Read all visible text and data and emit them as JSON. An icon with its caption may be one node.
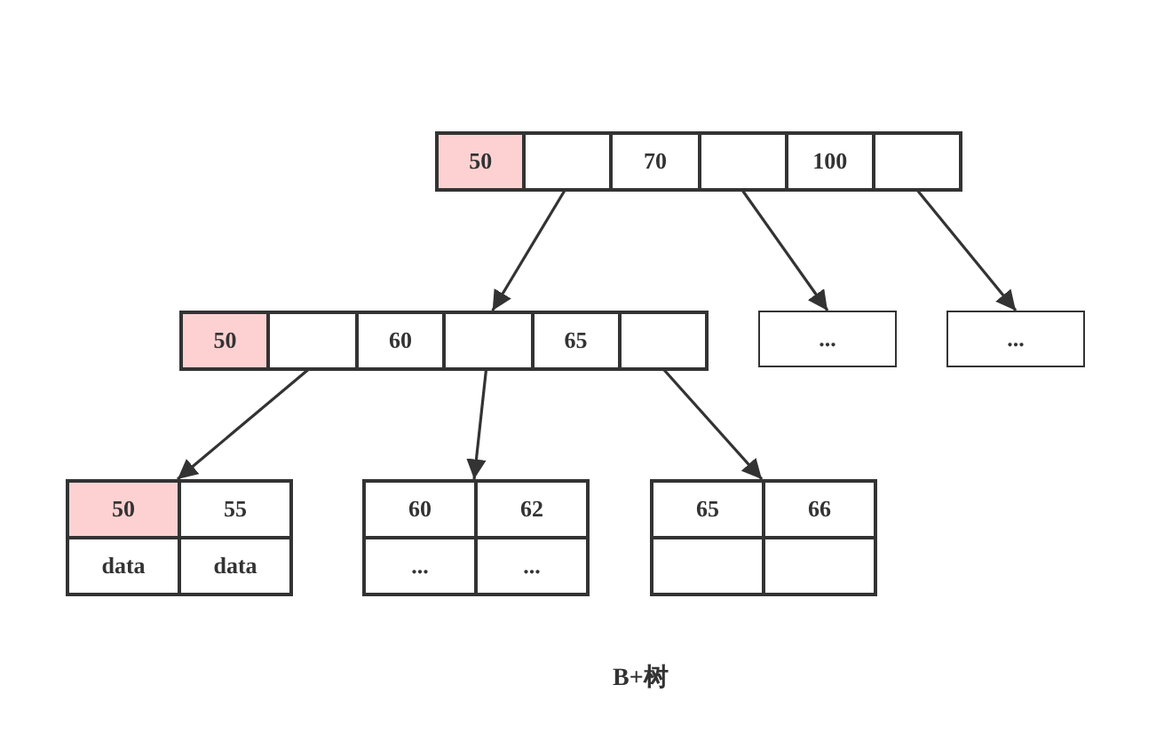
{
  "diagram": {
    "title": "B+树",
    "nodes": [
      {
        "text": [],
        "shape": "box"
      },
      {
        "text": [
          "50"
        ],
        "in": 0
      },
      {
        "text": [],
        "shape": "box",
        "in": 0
      },
      {
        "text": [
          "70"
        ],
        "in": 0
      },
      {
        "text": [],
        "shape": "box",
        "in": 0
      },
      {
        "text": [
          "100"
        ],
        "in": 0
      },
      {
        "text": [],
        "shape": "box",
        "in": 0
      },
      {
        "text": [],
        "shape": "box"
      },
      {
        "text": [
          "50"
        ],
        "in": 7
      },
      {
        "text": [],
        "shape": "box",
        "in": 7
      },
      {
        "text": [
          "60"
        ],
        "in": 7
      },
      {
        "text": [],
        "shape": "box",
        "in": 7
      },
      {
        "text": [
          "65"
        ],
        "in": 7
      },
      {
        "text": [],
        "shape": "box",
        "in": 7
      },
      {
        "text": [
          "..."
        ]
      },
      {
        "text": [
          "..."
        ]
      },
      {
        "text": [],
        "shape": "box"
      },
      {
        "text": [
          "50"
        ],
        "in": 16
      },
      {
        "text": [
          "55"
        ],
        "in": 16
      },
      {
        "text": [
          "data"
        ],
        "in": 16
      },
      {
        "text": [
          "data"
        ],
        "in": 16
      },
      {
        "text": [],
        "shape": "box"
      },
      {
        "text": [
          "60"
        ],
        "in": 21
      },
      {
        "text": [
          "62"
        ],
        "in": 21
      },
      {
        "text": [
          "..."
        ],
        "in": 21
      },
      {
        "text": [
          "..."
        ],
        "in": 21
      },
      {
        "text": [],
        "shape": "box"
      },
      {
        "text": [
          "65"
        ],
        "in": 26
      },
      {
        "text": [
          "66"
        ],
        "in": 26
      },
      {
        "text": [],
        "shape": "box",
        "in": 26
      },
      {
        "text": [],
        "shape": "box",
        "in": 26
      }
    ],
    "edges": [
      {
        "from": 2,
        "to": 7,
        "arrow": "to"
      },
      {
        "from": 4,
        "to": 14,
        "arrow": "to"
      },
      {
        "from": 6,
        "to": 15,
        "arrow": "to"
      },
      {
        "from": 9,
        "to": 16,
        "arrow": "to"
      },
      {
        "from": 11,
        "to": 21,
        "arrow": "to"
      },
      {
        "from": 13,
        "to": 26,
        "arrow": "to"
      }
    ]
  }
}
